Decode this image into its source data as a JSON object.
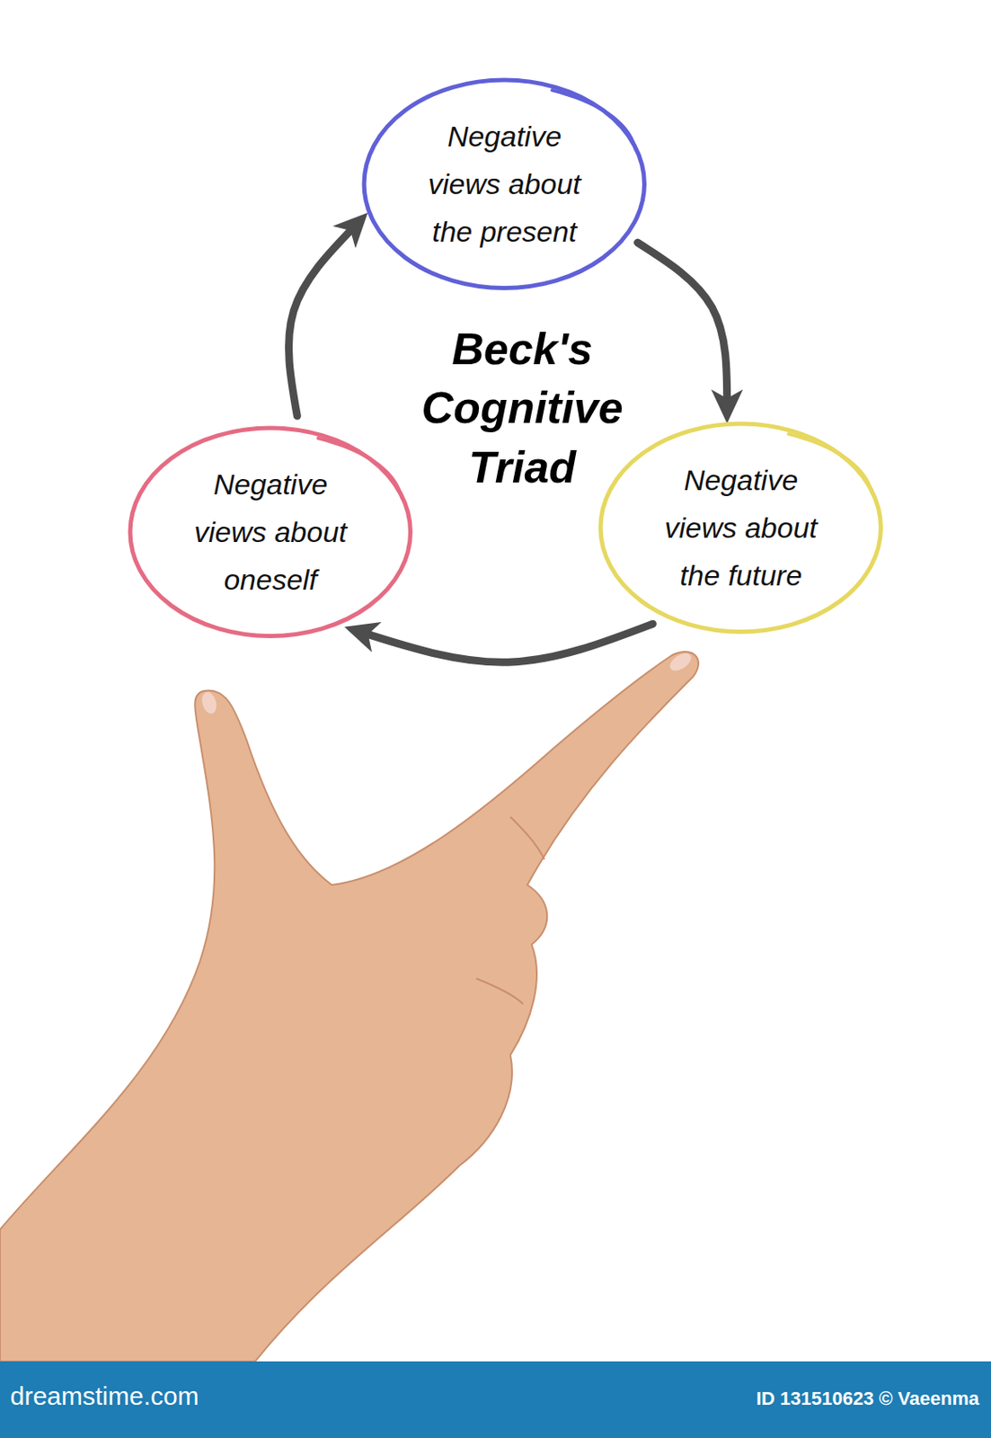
{
  "diagram": {
    "title": "Beck's Cognitive Triad",
    "nodes": [
      {
        "text": [
          "Negative views about the present"
        ]
      },
      {
        "text": [
          "Negative views about oneself"
        ]
      },
      {
        "text": [
          "Negative views about the future"
        ]
      }
    ],
    "edges": [
      {
        "from": 0,
        "to": 2,
        "arrow": "to"
      },
      {
        "from": 2,
        "to": 1,
        "arrow": "to"
      },
      {
        "from": 1,
        "to": 0,
        "arrow": "to"
      }
    ],
    "labels": [
      "dreamstime.com",
      "ID 131510623 © Vaeenma"
    ]
  }
}
